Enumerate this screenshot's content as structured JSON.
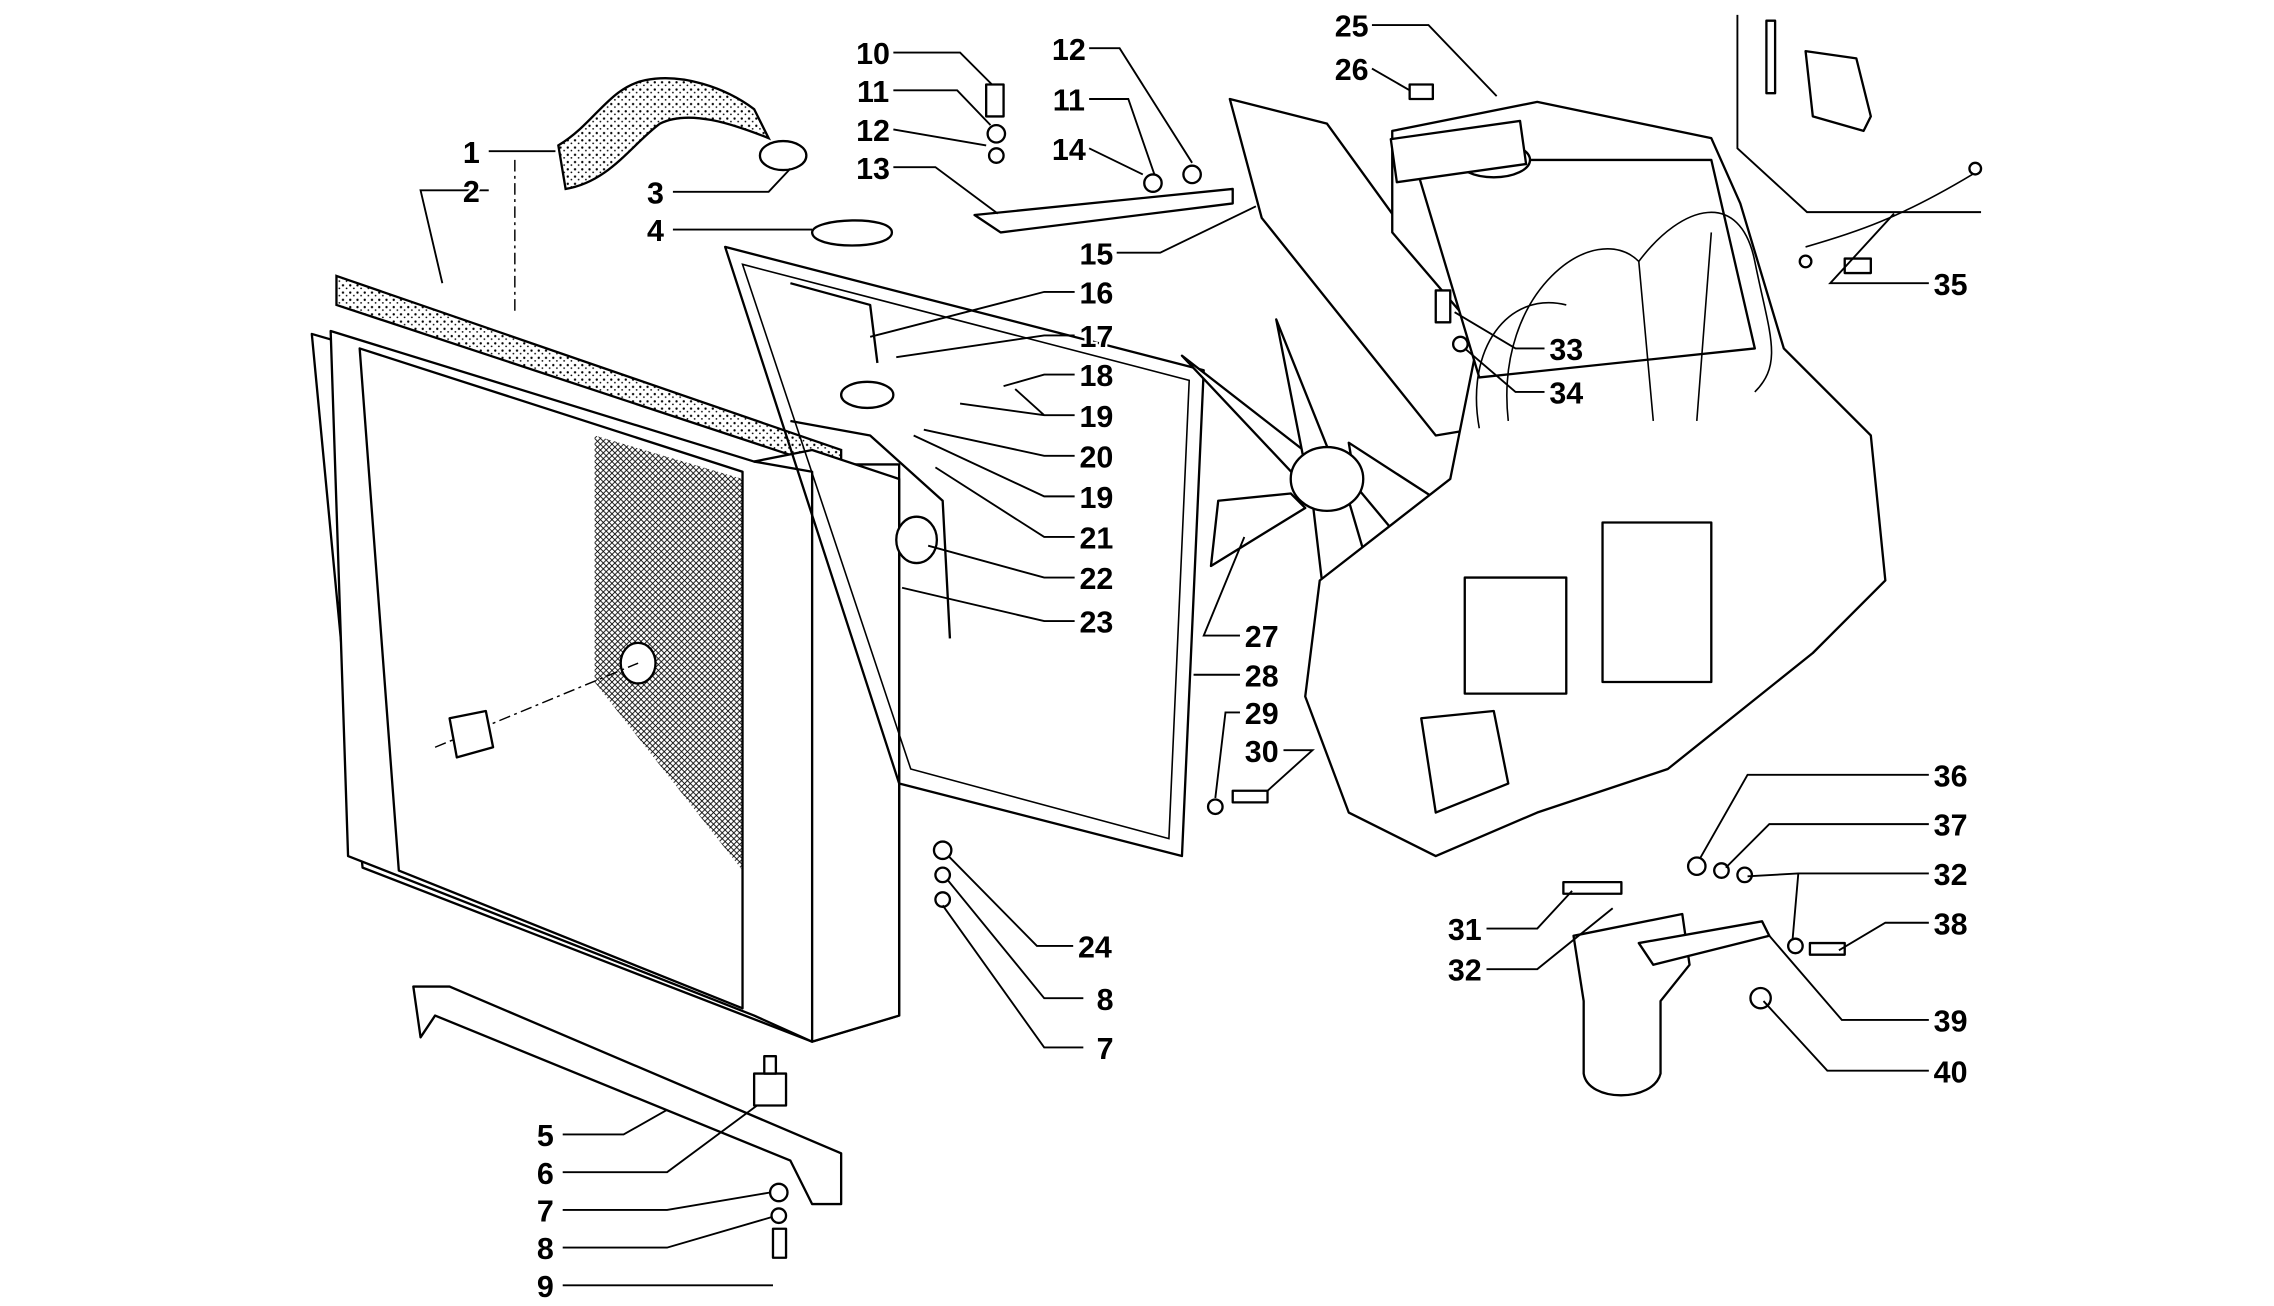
{
  "diagram": {
    "type": "exploded parts diagram",
    "callouts": [
      "1",
      "2",
      "3",
      "4",
      "5",
      "6",
      "7",
      "8",
      "9",
      "10",
      "11",
      "12",
      "13",
      "12",
      "11",
      "14",
      "15",
      "16",
      "17",
      "18",
      "19",
      "20",
      "19",
      "21",
      "22",
      "23",
      "24",
      "8",
      "7",
      "25",
      "26",
      "27",
      "28",
      "29",
      "30",
      "33",
      "34",
      "35",
      "36",
      "37",
      "32",
      "38",
      "39",
      "40",
      "31",
      "32"
    ]
  }
}
